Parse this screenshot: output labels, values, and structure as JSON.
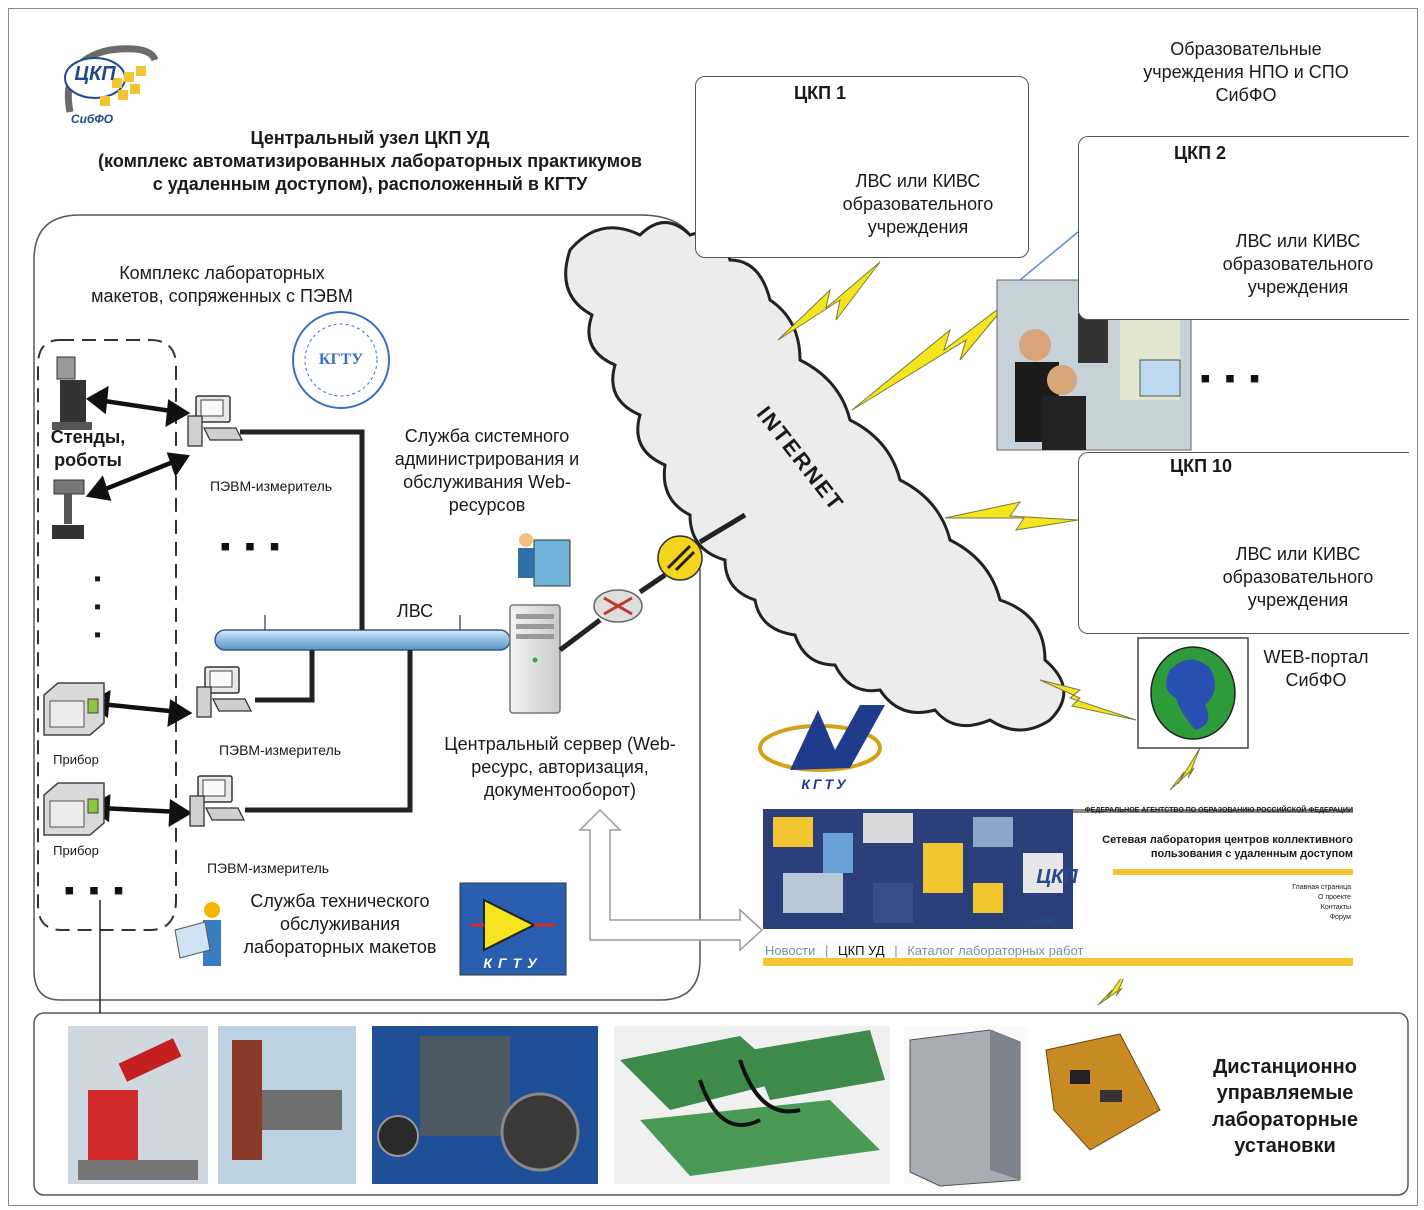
{
  "logos": {
    "ckp_top": "ЦКП",
    "ckp_sub": "СибФО",
    "kgtu_seal": "КГТУ",
    "ml_logo": "КГТУ",
    "kgtu_blue": "КГТУ"
  },
  "central_node": {
    "title": "Центральный узел ЦКП УД\n(комплекс автоматизированных лабораторных практикумов\nс удаленным доступом), расположенный в КГТУ"
  },
  "lab_complex": {
    "title": "Комплекс лабораторных\nмакетов, сопряженных с ПЭВМ",
    "stands_label": "Стенды,\nроботы",
    "device1": "Прибор",
    "device2": "Прибор",
    "pc1": "ПЭВМ-измеритель",
    "pc2": "ПЭВМ-измеритель",
    "pc3": "ПЭВМ-измеритель",
    "lan_label": "ЛВС",
    "sysadmin": "Служба системного\nадминистрирования и\nобслуживания Web-\nресурсов",
    "server": "Центральный сервер (Web-\nресурс, авторизация,\nдокументооборот)",
    "tech_service": "Служба технического\nобслуживания\nлабораторных макетов"
  },
  "internet": {
    "label": "INTERNET"
  },
  "institutions": {
    "header": "Образовательные\nучреждения НПО и СПО\nСибФО",
    "ckp1": {
      "title": "ЦКП 1",
      "desc": "ЛВС или КИВС\nобразовательного\nучреждения"
    },
    "ckp2": {
      "title": "ЦКП 2",
      "desc": "ЛВС или КИВС\nобразовательного\nучреждения"
    },
    "ckp10": {
      "title": "ЦКП 10",
      "desc": "ЛВС или КИВС\nобразовательного\nучреждения"
    }
  },
  "portal": {
    "label": "WEB-портал\nСибФО",
    "banner_top": "ФЕДЕРАЛЬНОЕ АГЕНТСТВО ПО ОБРАЗОВАНИЮ РОССИЙСКОЙ ФЕДЕРАЦИИ",
    "banner_title": "Сетевая лаборатория центров коллективного\nпользования с удаленным доступом",
    "menu": [
      "Главная страница",
      "О проекте",
      "Контакты",
      "Форум"
    ],
    "nav": [
      "Новости",
      "ЦКП УД",
      "Каталог лабораторных работ"
    ]
  },
  "bottom": {
    "label": "Дистанционно\nуправляемые\nлабораторные\nустановки"
  },
  "colors": {
    "accent_yellow": "#f2d51c",
    "lan_blue": "#9cc4e4",
    "cloud": "#ececec"
  }
}
